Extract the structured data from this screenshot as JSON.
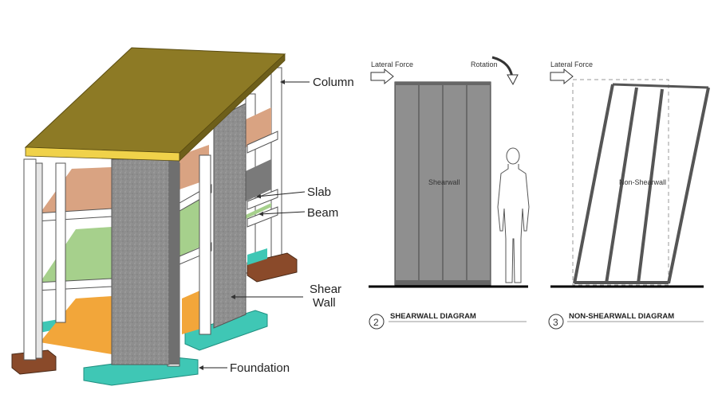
{
  "building": {
    "labels": {
      "column": "Column",
      "slab": "Slab",
      "beam": "Beam",
      "shear_line1": "Shear",
      "shear_line2": "Wall",
      "foundation": "Foundation"
    },
    "colors": {
      "roof": "#8d7a25",
      "column": "#ffffff",
      "shear_wall": "#8c8c8c",
      "slab_orange": "#f2a63a",
      "slab_green": "#a6d08c",
      "slab_tan": "#d9a382",
      "foundation": "#3fc7b5",
      "footing": "#8a4a2a"
    }
  },
  "shearwall_diagram": {
    "lateral_force": "Lateral Force",
    "rotation": "Rotation",
    "wall_label": "Shearwall",
    "number": "2",
    "caption": "SHEARWALL DIAGRAM",
    "wall_color": "#8f8f8f"
  },
  "non_shearwall_diagram": {
    "lateral_force": "Lateral Force",
    "wall_label": "Non-Shearwall",
    "number": "3",
    "caption": "NON-SHEARWALL DIAGRAM"
  }
}
